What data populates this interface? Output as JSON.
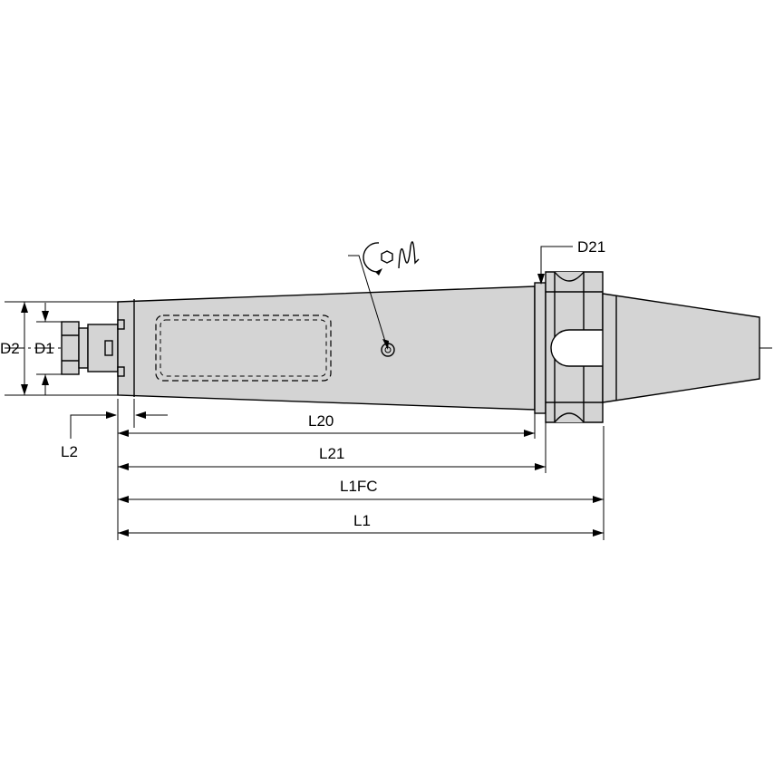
{
  "drawing": {
    "labels": {
      "D2": "D2",
      "D1": "D1",
      "D21": "D21",
      "L2": "L2",
      "L20": "L20",
      "L21": "L21",
      "L1FC": "L1FC",
      "L1": "L1"
    },
    "icons": [
      "coolant-through-icon"
    ],
    "colors": {
      "body_fill": "#d4d4d4",
      "line": "#000000",
      "background": "#ffffff"
    }
  }
}
